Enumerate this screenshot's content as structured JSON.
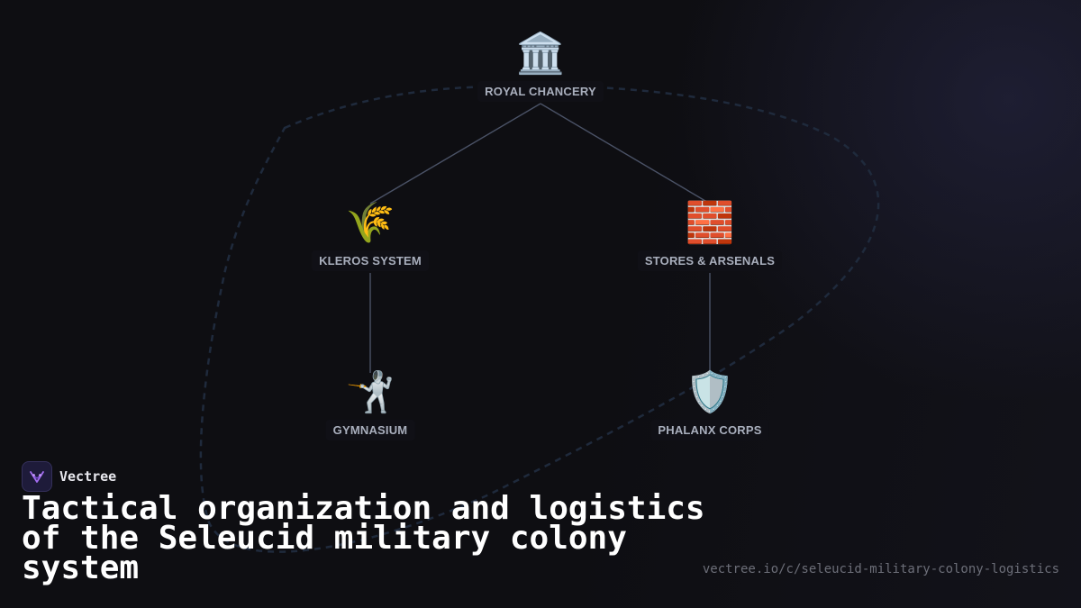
{
  "diagram": {
    "nodes": [
      {
        "id": "royal-chancery",
        "label": "ROYAL CHANCERY",
        "icon": "🏛️",
        "icon_name": "classical-building-icon"
      },
      {
        "id": "kleros-system",
        "label": "KLEROS SYSTEM",
        "icon": "🌾",
        "icon_name": "sheaf-of-rice-icon"
      },
      {
        "id": "stores-arsenals",
        "label": "STORES & ARSENALS",
        "icon": "🧱",
        "icon_name": "brick-icon"
      },
      {
        "id": "gymnasium",
        "label": "GYMNASIUM",
        "icon": "🤺",
        "icon_name": "fencer-icon"
      },
      {
        "id": "phalanx-corps",
        "label": "PHALANX CORPS",
        "icon": "🛡️",
        "icon_name": "shield-icon"
      }
    ],
    "edges": [
      {
        "from": "royal-chancery",
        "to": "kleros-system"
      },
      {
        "from": "royal-chancery",
        "to": "stores-arsenals"
      },
      {
        "from": "kleros-system",
        "to": "gymnasium"
      },
      {
        "from": "stores-arsenals",
        "to": "phalanx-corps"
      }
    ]
  },
  "brand": {
    "name": "Vectree",
    "logo_icon": "vectree-logo-icon"
  },
  "title": "Tactical organization and logistics of the Seleucid military colony system",
  "url": "vectree.io/c/seleucid-military-colony-logistics",
  "colors": {
    "background": "#0e0e12",
    "edge": "#4a5266",
    "label_text": "#a9afbd",
    "dashed_outline": "#1f2a3c",
    "logo_accent": "#a36cf0"
  }
}
